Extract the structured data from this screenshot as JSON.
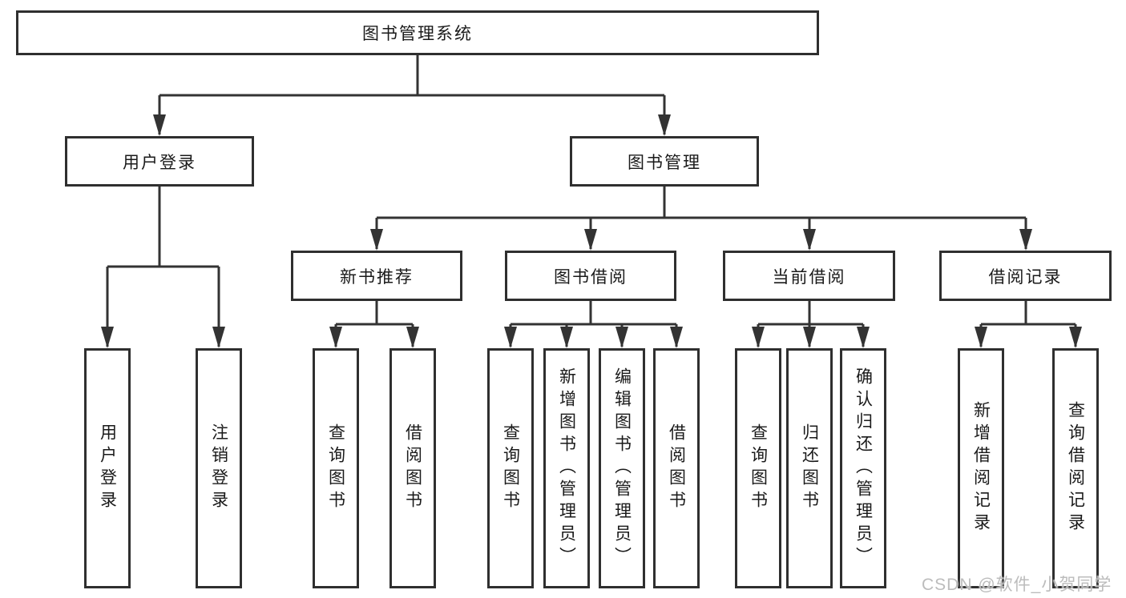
{
  "diagram": {
    "root": "图书管理系统",
    "level2": [
      "用户登录",
      "图书管理"
    ],
    "level3": [
      "新书推荐",
      "图书借阅",
      "当前借阅",
      "借阅记录"
    ],
    "leaves": {
      "user_login": [
        "用户登录",
        "注销登录"
      ],
      "new_book_recommend": [
        "查询图书",
        "借阅图书"
      ],
      "book_borrow": [
        "查询图书",
        "新增图书（管理员）",
        "编辑图书（管理员）",
        "借阅图书"
      ],
      "current_borrow": [
        "查询图书",
        "归还图书",
        "确认归还（管理员）"
      ],
      "borrow_records": [
        "新增借阅记录",
        "查询借阅记录"
      ]
    }
  },
  "watermark": "CSDN @软件_小贺同学",
  "colors": {
    "line": "#333333",
    "text": "#1a1a1a",
    "watermark": "#b9b9b9",
    "background": "#ffffff"
  }
}
